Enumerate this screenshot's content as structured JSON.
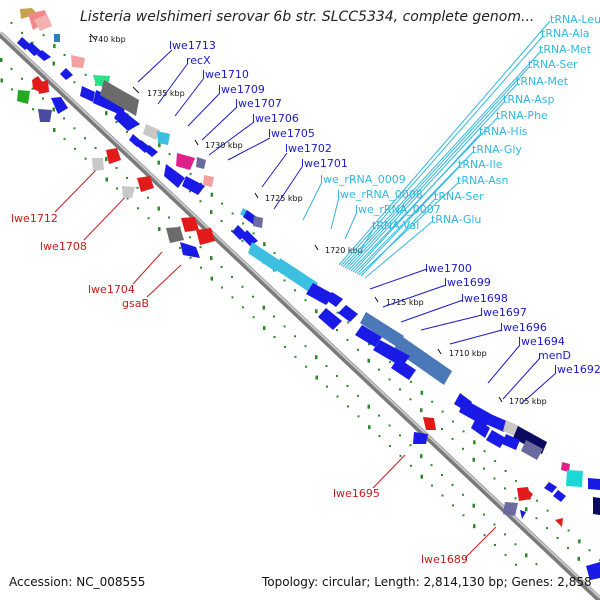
{
  "title": "Listeria welshimeri serovar 6b str. SLCC5334, complete genom...",
  "footer": {
    "accession": "Accession: NC_008555",
    "topology": "Topology: circular; Length: 2,814,130 bp; Genes: 2,858"
  },
  "kbp_ticks": [
    "1740 kbp",
    "1735 kbp",
    "1730 kbp",
    "1725 kbp",
    "1720 kbp",
    "1715 kbp",
    "1710 kbp",
    "1705 kbp"
  ],
  "colors": {
    "forward_gene": "#1a1ae6",
    "reverse_gene": "#e31a1a",
    "trna": "#3cbfe0",
    "rrna": "#5aa0d0",
    "forward_label": "#1a1acc",
    "reverse_label": "#cc1a1a",
    "trna_label": "#30b8e0",
    "backbone": "#8c8c8c",
    "tick": "#2a8a2a"
  },
  "forward_labels": [
    "lwe1713",
    "recX",
    "lwe1710",
    "lwe1709",
    "lwe1707",
    "lwe1706",
    "lwe1705",
    "lwe1702",
    "lwe1701",
    "lwe1700",
    "lwe1699",
    "lwe1698",
    "lwe1697",
    "lwe1696",
    "lwe1694",
    "menD",
    "lwe1692"
  ],
  "trna_labels": [
    "tRNA-Leu",
    "tRNA-Ala",
    "tRNA-Met",
    "tRNA-Ser",
    "tRNA-Met",
    "tRNA-Asp",
    "tRNA-Phe",
    "tRNA-His",
    "tRNA-Gly",
    "tRNA-Ile",
    "tRNA-Asn",
    "tRNA-Ser",
    "tRNA-Glu",
    "lwe_rRNA_0009",
    "lwe_rRNA_0008",
    "lwe_rRNA_0007",
    "tRNA-Val"
  ],
  "reverse_labels": [
    "lwe1712",
    "lwe1708",
    "lwe1704",
    "gsaB",
    "lwe1695",
    "lwe1689"
  ]
}
